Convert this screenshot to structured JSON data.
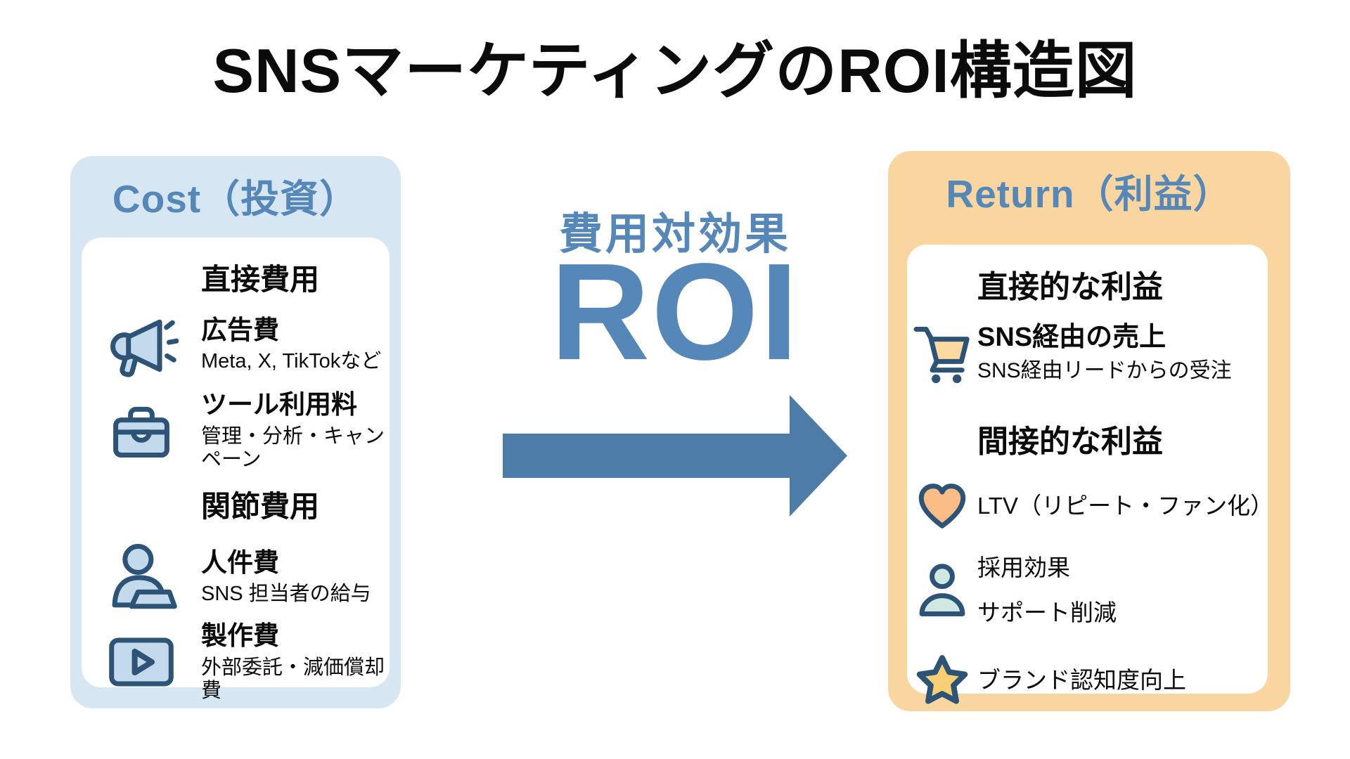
{
  "title": "SNSマーケティングのROI構造図",
  "colors": {
    "panel_blue": "#d7e6f3",
    "panel_orange": "#f9d5a0",
    "accent_blue_text": "#5587b8",
    "arrow_blue": "#4d7ca8",
    "icon_outline_navy": "#2d5477",
    "icon_fill_blue": "#c3d9ec",
    "icon_fill_orange": "#fbd9a0",
    "icon_fill_heart": "#f9bd85",
    "icon_fill_teal": "#cfe8e2",
    "icon_fill_gold": "#f9cf74"
  },
  "cost_panel": {
    "header": "Cost（投資）",
    "sections": [
      {
        "heading": "直接費用",
        "items": [
          {
            "icon": "megaphone-icon",
            "title": "広告費",
            "sub": "Meta, X, TikTokなど"
          },
          {
            "icon": "toolbox-icon",
            "title": "ツール利用料",
            "sub": "管理・分析・キャンペーン"
          }
        ]
      },
      {
        "heading": "関節費用",
        "items": [
          {
            "icon": "person-laptop-icon",
            "title": "人件費",
            "sub": "SNS 担当者の給与"
          },
          {
            "icon": "video-icon",
            "title": "製作費",
            "sub": "外部委託・減価償却費"
          }
        ]
      }
    ]
  },
  "center": {
    "label": "費用対効果",
    "roi": "ROI"
  },
  "return_panel": {
    "header": "Return（利益）",
    "sections": [
      {
        "heading": "直接的な利益",
        "items": [
          {
            "icon": "cart-icon",
            "title": "SNS経由の売上",
            "sub": "SNS経由リードからの受注"
          }
        ]
      },
      {
        "heading": "間接的な利益",
        "items": [
          {
            "icon": "heart-icon",
            "title": "LTV（リピート・ファン化）"
          },
          {
            "icon": "person-icon",
            "title": "採用効果",
            "sub": "サポート削減"
          },
          {
            "icon": "star-icon",
            "title": "ブランド認知度向上"
          }
        ]
      }
    ]
  }
}
